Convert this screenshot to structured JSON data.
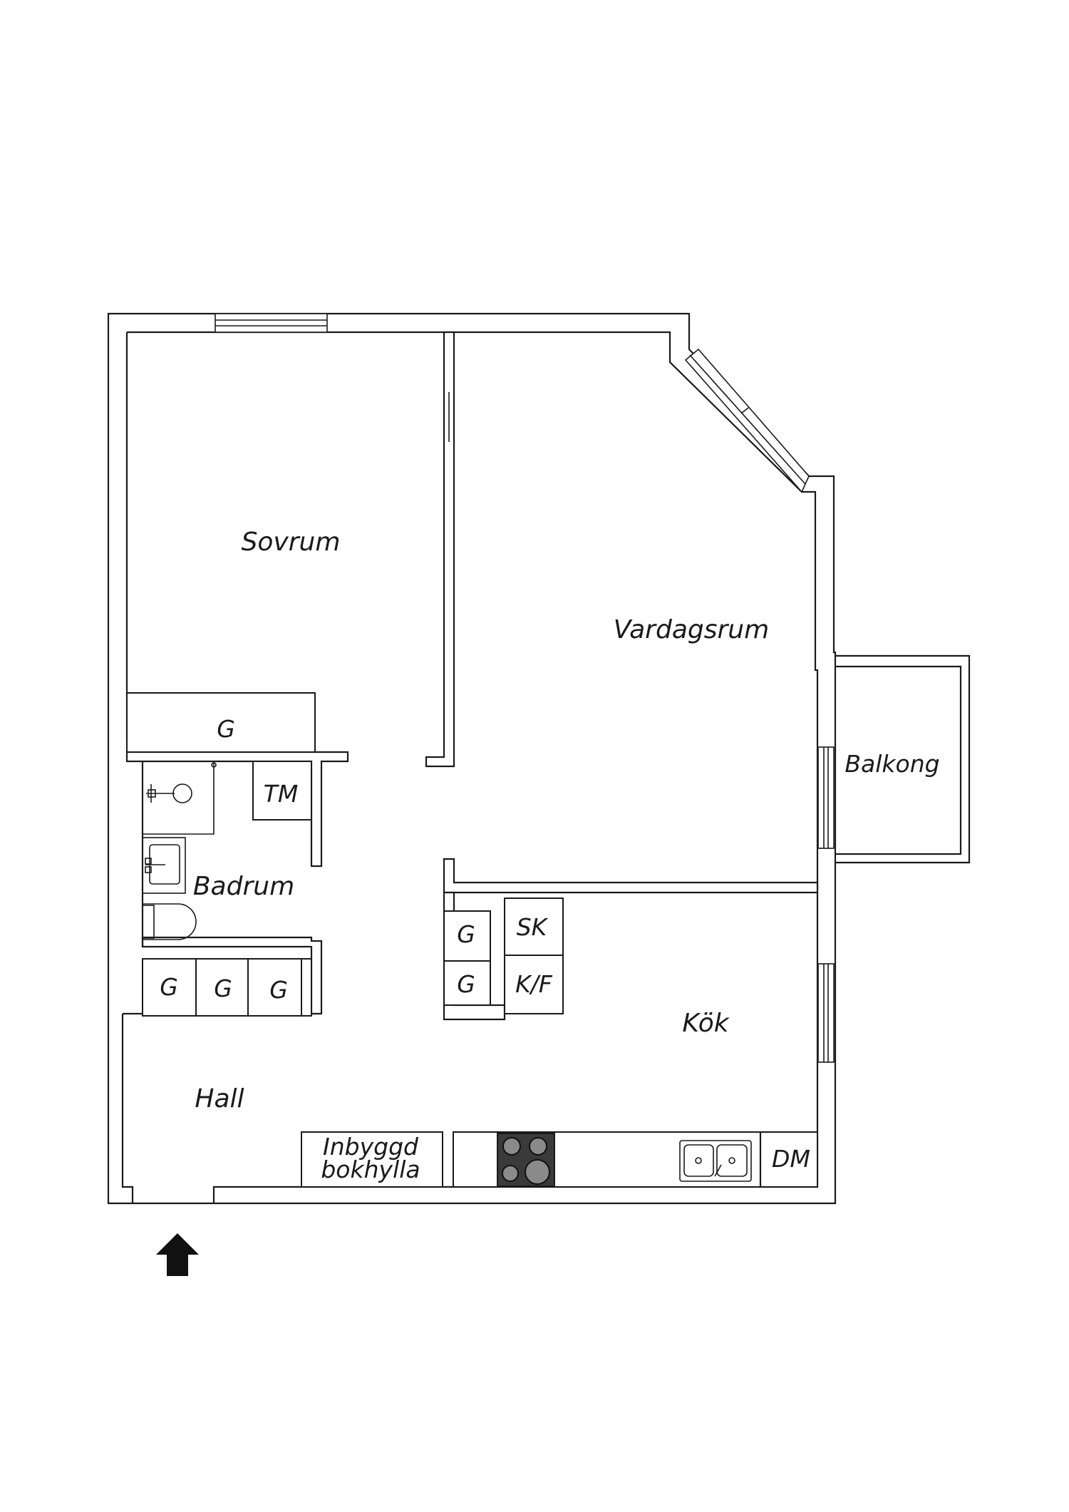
{
  "rooms": {
    "bedroom": "Sovrum",
    "living": "Vardagsrum",
    "balcony": "Balkong",
    "bath": "Badrum",
    "hall": "Hall",
    "kitchen": "Kök"
  },
  "fixtures": {
    "bedroom_wardrobe": "G",
    "washer": "TM",
    "hall_wardrobe_1": "G",
    "hall_wardrobe_2": "G",
    "hall_wardrobe_3": "G",
    "kitchen_wardrobe_1": "G",
    "kitchen_wardrobe_2": "G",
    "pantry": "SK",
    "fridge_freezer": "K/F",
    "dishwasher": "DM",
    "bookshelf_line1": "Inbyggd",
    "bookshelf_line2": "bokhylla"
  },
  "icons": {
    "entrance": "entrance-arrow-icon",
    "stove": "stove-icon",
    "sink": "kitchen-sink-icon",
    "toilet": "toilet-icon",
    "basin": "washbasin-icon",
    "shower": "shower-icon"
  },
  "colors": {
    "wall": "#1a1a1a",
    "background": "#ffffff",
    "stove": "#3a3a3a"
  }
}
